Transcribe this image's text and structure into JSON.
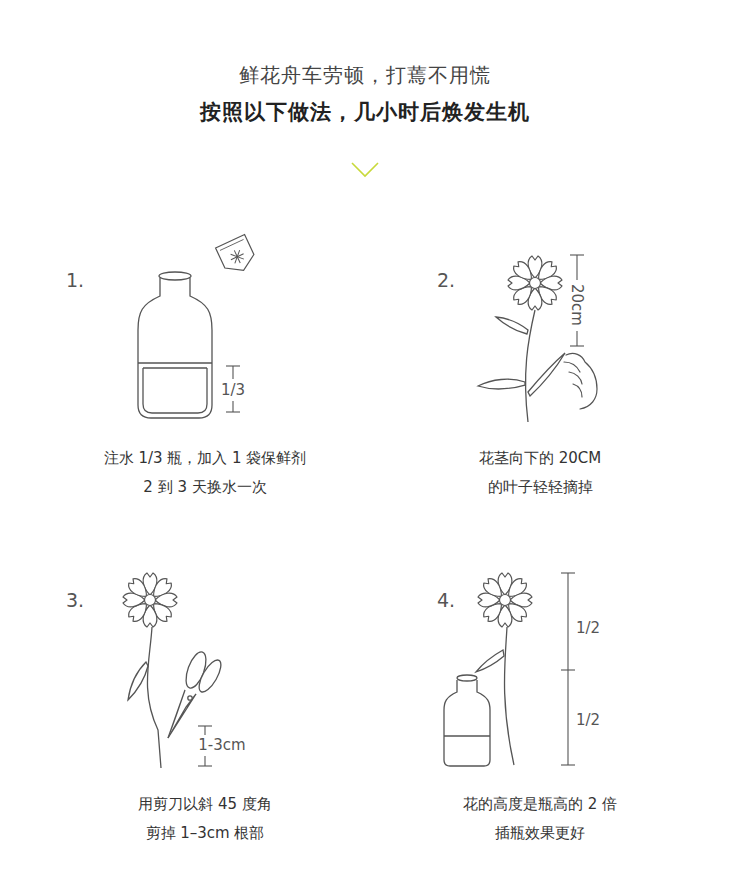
{
  "diagram": {
    "title": "鲜花舟车劳顿，打蔫不用慌",
    "labels": [
      "按照以下做法，几小时后焕发生机",
      "1.",
      "1/3",
      "注水 1/3 瓶，加入 1 袋保鲜剂 2 到 3 天换水一次",
      "2.",
      "20cm",
      "花茎向下的 20CM 的叶子轻轻摘掉",
      "3.",
      "1-3cm",
      "用剪刀以斜 45 度角 剪掉 1–3cm 根部",
      "4.",
      "1/2",
      "1/2",
      "花的高度是瓶高的 2 倍 插瓶效果更好"
    ]
  }
}
